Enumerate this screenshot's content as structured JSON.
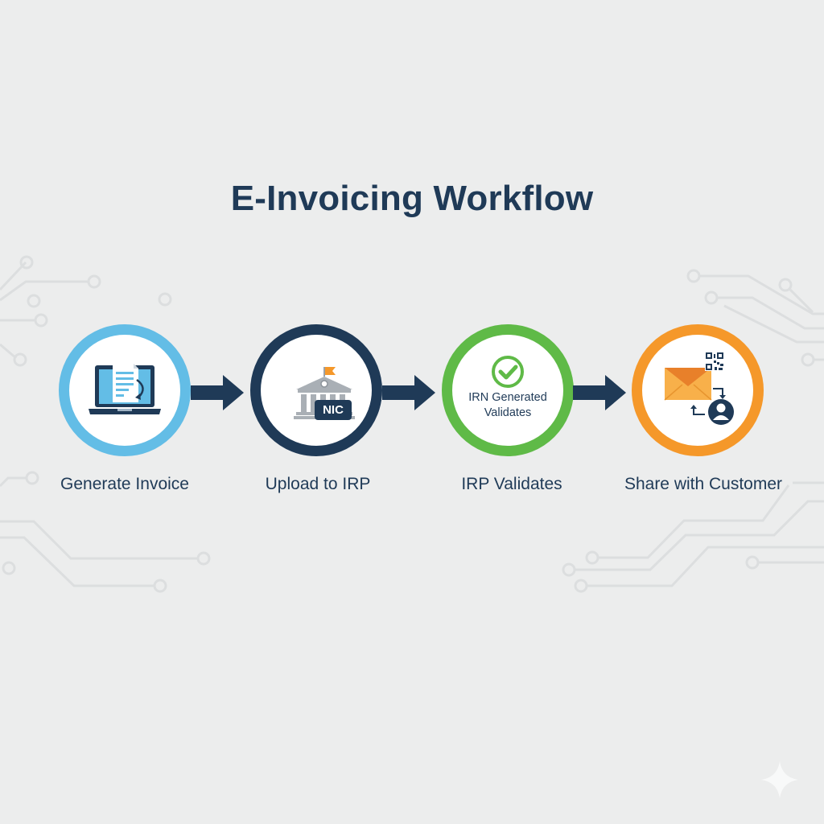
{
  "title": "E-Invoicing Workflow",
  "colors": {
    "background": "#eceded",
    "primary_navy": "#1f3a57",
    "step1_blue": "#63bde6",
    "step2_navy": "#1f3a57",
    "step3_green": "#5fba47",
    "step4_orange": "#f5982a",
    "circuit_lines": "#dcdedf"
  },
  "steps": [
    {
      "label": "Generate Invoice",
      "icon": "laptop-document-icon",
      "ring_color": "#63bde6"
    },
    {
      "label": "Upload to IRP",
      "icon": "government-building-icon",
      "badge": "NIC",
      "ring_color": "#1f3a57"
    },
    {
      "label": "IRP Validates",
      "icon": "check-circle-icon",
      "inner_text_line1": "IRN Generated",
      "inner_text_line2": "Validates",
      "ring_color": "#5fba47"
    },
    {
      "label": "Share with Customer",
      "icon": "email-qr-user-icon",
      "ring_color": "#f5982a"
    }
  ],
  "connectors": [
    "arrow-right",
    "arrow-right",
    "arrow-right"
  ]
}
